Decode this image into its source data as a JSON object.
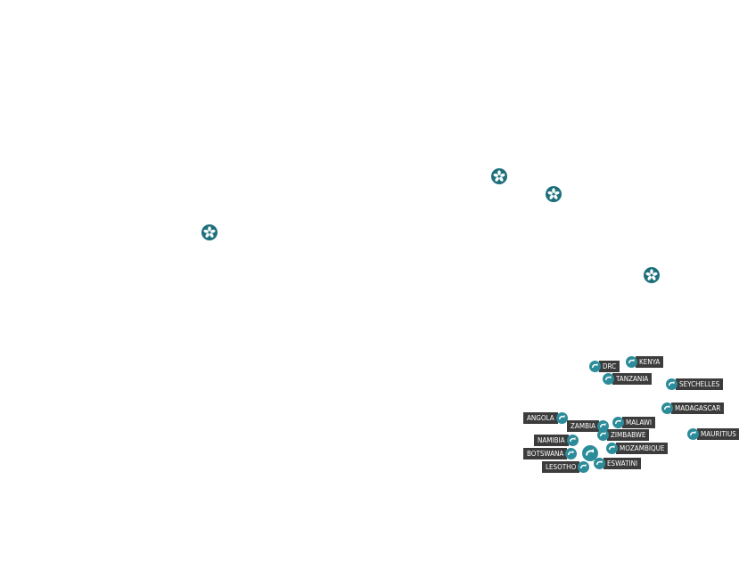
{
  "colors": {
    "teal": "#2c8c99",
    "hub_teal": "#1d6f7b",
    "label_bg": "#3c3c3c",
    "label_text": "#ffffff"
  },
  "hubs": [
    {
      "name": "hub-marker-1",
      "icon": "flower-icon"
    },
    {
      "name": "hub-marker-2",
      "icon": "flower-icon"
    },
    {
      "name": "hub-marker-3",
      "icon": "flower-icon"
    },
    {
      "name": "hub-marker-4",
      "icon": "flower-icon"
    }
  ],
  "countries": {
    "drc": "DRC",
    "kenya": "KENYA",
    "tanzania": "TANZANIA",
    "seychelles": "SEYCHELLES",
    "madagascar": "MADAGASCAR",
    "angola": "ANGOLA",
    "zambia": "ZAMBIA",
    "malawi": "MALAWI",
    "zimbabwe": "ZIMBABWE",
    "mauritius": "MAURITIUS",
    "namibia": "NAMIBIA",
    "mozambique": "MOZAMBIQUE",
    "botswana": "BOTSWANA",
    "eswatini": "ESWATINI",
    "lesotho": "LESOTHO"
  }
}
